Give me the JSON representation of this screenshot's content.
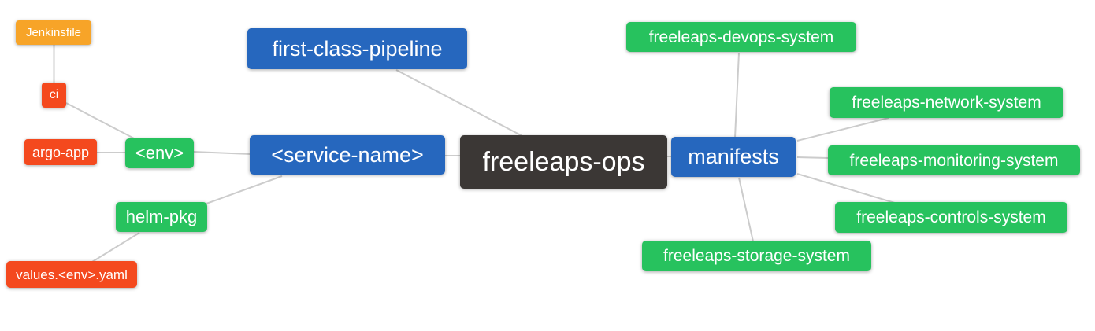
{
  "diagram": {
    "kind": "mind-map",
    "background": "#ffffff",
    "palette": {
      "blue": "#2667be",
      "green": "#27c25e",
      "red": "#f4491e",
      "orange": "#f7a428",
      "dark": "#3b3735",
      "edge_line": "#cccccc",
      "text": "#ffffff"
    }
  },
  "nodes": {
    "jenkinsfile": {
      "label": "Jenkinsfile",
      "color_role": "orange"
    },
    "ci": {
      "label": "ci",
      "color_role": "red"
    },
    "argo_app": {
      "label": "argo-app",
      "color_role": "red"
    },
    "env": {
      "label": "<env>",
      "color_role": "green"
    },
    "first_class_pipeline": {
      "label": "first-class-pipeline",
      "color_role": "blue"
    },
    "service_name": {
      "label": "<service-name>",
      "color_role": "blue"
    },
    "freeleaps_ops": {
      "label": "freeleaps-ops",
      "color_role": "dark"
    },
    "manifests": {
      "label": "manifests",
      "color_role": "blue"
    },
    "devops_system": {
      "label": "freeleaps-devops-system",
      "color_role": "green"
    },
    "network_system": {
      "label": "freeleaps-network-system",
      "color_role": "green"
    },
    "monitoring_system": {
      "label": "freeleaps-monitoring-system",
      "color_role": "green"
    },
    "controls_system": {
      "label": "freeleaps-controls-system",
      "color_role": "green"
    },
    "storage_system": {
      "label": "freeleaps-storage-system",
      "color_role": "green"
    },
    "helm_pkg": {
      "label": "helm-pkg",
      "color_role": "green"
    },
    "values_env_yaml": {
      "label": "values.<env>.yaml",
      "color_role": "red"
    }
  },
  "edges": [
    {
      "from": "jenkinsfile",
      "to": "ci"
    },
    {
      "from": "ci",
      "to": "env"
    },
    {
      "from": "argo_app",
      "to": "env"
    },
    {
      "from": "env",
      "to": "service_name"
    },
    {
      "from": "helm_pkg",
      "to": "service_name"
    },
    {
      "from": "values_env_yaml",
      "to": "helm_pkg"
    },
    {
      "from": "first_class_pipeline",
      "to": "freeleaps_ops"
    },
    {
      "from": "service_name",
      "to": "freeleaps_ops"
    },
    {
      "from": "freeleaps_ops",
      "to": "manifests"
    },
    {
      "from": "manifests",
      "to": "devops_system"
    },
    {
      "from": "manifests",
      "to": "network_system"
    },
    {
      "from": "manifests",
      "to": "monitoring_system"
    },
    {
      "from": "manifests",
      "to": "controls_system"
    },
    {
      "from": "manifests",
      "to": "storage_system"
    }
  ]
}
